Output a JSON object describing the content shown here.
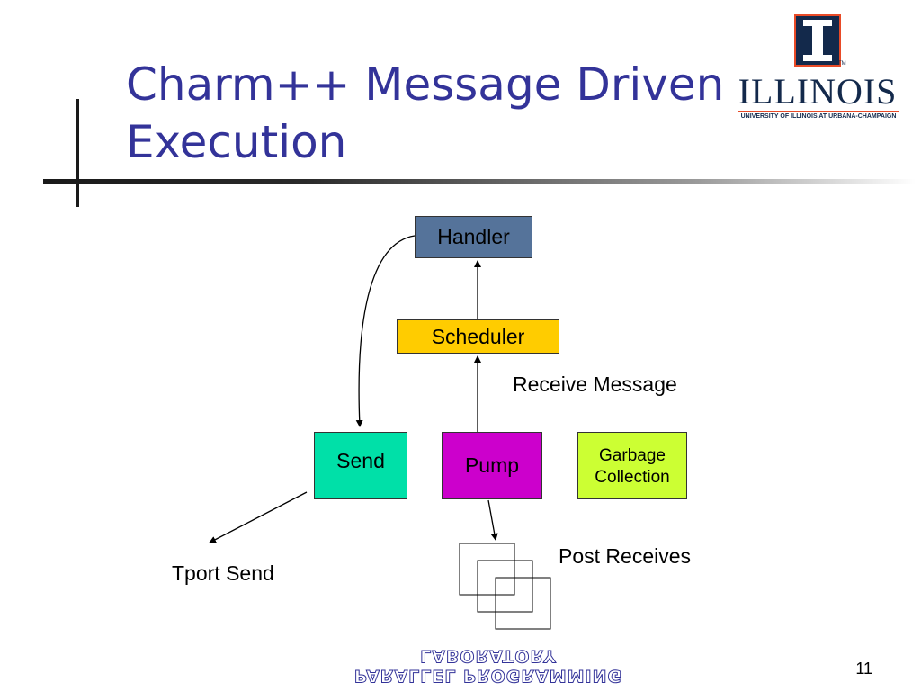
{
  "slide": {
    "title": "Charm++ Message Driven Execution",
    "page_number": "11"
  },
  "logo": {
    "wordmark": "ILLINOIS",
    "subtitle": "UNIVERSITY OF ILLINOIS AT URBANA-CHAMPAIGN",
    "tm": "TM",
    "colors": {
      "navy": "#13294b",
      "orange": "#e84a27"
    }
  },
  "footer": {
    "lab_name": "PARALLEL PROGRAMMING LABORATORY"
  },
  "diagram": {
    "boxes": {
      "handler": {
        "label": "Handler",
        "color": "#55739a"
      },
      "scheduler": {
        "label": "Scheduler",
        "color": "#ffcc00"
      },
      "send": {
        "label": "Send",
        "color": "#00e0a8"
      },
      "pump": {
        "label": "Pump",
        "color": "#cc00cc"
      },
      "garbage": {
        "label_line1": "Garbage",
        "label_line2": "Collection",
        "color": "#ccff33"
      }
    },
    "labels": {
      "receive_message": "Receive Message",
      "post_receives": "Post Receives",
      "tport_send": "Tport Send"
    }
  }
}
